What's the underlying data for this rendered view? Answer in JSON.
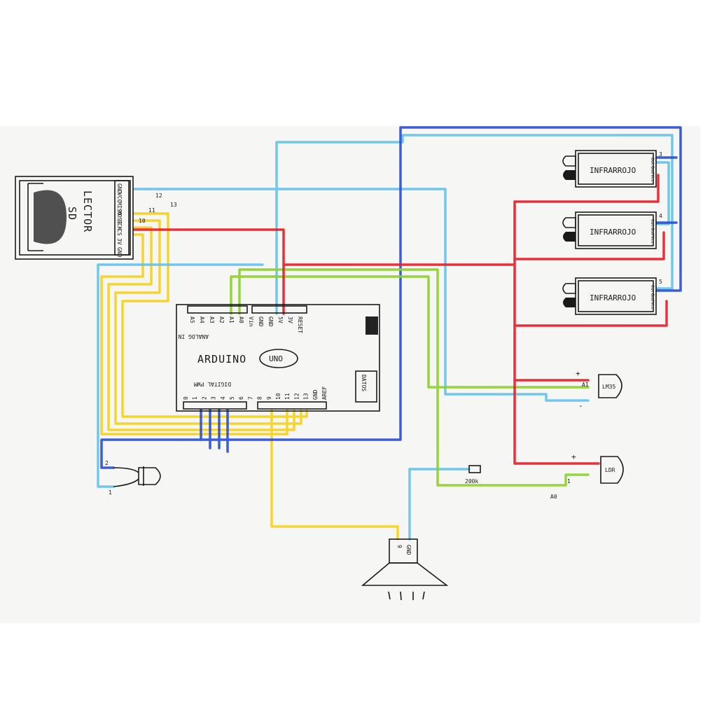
{
  "colors": {
    "paper": "#f6f6f4",
    "ink": "#1a1a1a",
    "wire_red": "#e8202a",
    "wire_blue": "#2a4fd6",
    "wire_cyan": "#66c2ec",
    "wire_yellow": "#f7d21e",
    "wire_green": "#8fd12c"
  },
  "sd_reader": {
    "title_line1": "LECTOR",
    "title_line2": "SD",
    "pins": [
      "GND",
      "VCC",
      "MISO",
      "MOSI",
      "SCK",
      "CS",
      "3V",
      "GND"
    ],
    "pin_numbers": [
      "12",
      "13",
      "11",
      "10"
    ]
  },
  "arduino": {
    "name": "ARDUINO",
    "model": "UNO",
    "top_pins": [
      "A5",
      "A4",
      "A3",
      "A2",
      "A1",
      "A0",
      "Vin",
      "GND",
      "GND",
      "5V",
      "3V",
      "RESET"
    ],
    "analog_label": "ANALOG IN",
    "bottom_pins": [
      "0",
      "1",
      "2",
      "3",
      "4",
      "5",
      "6",
      "7",
      "8",
      "9",
      "10",
      "11",
      "12",
      "13",
      "GND",
      "AREF"
    ],
    "digital_label": "DIGITAL PWM",
    "datos_label": "DATOS"
  },
  "ir_sensors": [
    {
      "label": "INFRARROJO",
      "pin_number": "3",
      "pins": [
        "Out",
        "Gnd",
        "Vcc"
      ]
    },
    {
      "label": "INFRARROJO",
      "pin_number": "4",
      "pins": [
        "Out",
        "Gnd",
        "Vcc"
      ]
    },
    {
      "label": "INFRARROJO",
      "pin_number": "5",
      "pins": [
        "Out",
        "Gnd",
        "Vcc"
      ]
    }
  ],
  "lm35": {
    "label": "LM35",
    "plus": "+",
    "pin": "A1",
    "minus": "-"
  },
  "ldr": {
    "label": "LDR",
    "plus": "+",
    "one": "1",
    "resistor": "200k",
    "note": "A0"
  },
  "led": {
    "pin2": "2",
    "pin1": "1"
  },
  "speaker": {
    "pin_left": "9",
    "pin_right": "GND"
  }
}
